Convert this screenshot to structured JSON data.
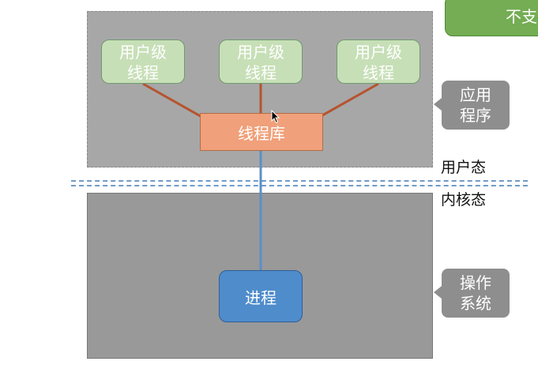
{
  "user_threads": [
    {
      "label": "用户级线程"
    },
    {
      "label": "用户级线程"
    },
    {
      "label": "用户级线程"
    }
  ],
  "thread_library": {
    "label": "线程库"
  },
  "process": {
    "label": "进程"
  },
  "callouts": {
    "application": "应用程序",
    "operating_system": "操作系统"
  },
  "modes": {
    "user_mode": "用户态",
    "kernel_mode": "内核态"
  },
  "partial_note": {
    "visible_text": "不支"
  },
  "colors": {
    "user_thread_fill": "#c7dfb7",
    "thread_library_fill": "#f0a07a",
    "process_fill": "#4f8ccb",
    "connector_red": "#b5542f",
    "connector_blue": "#5b8fc9"
  }
}
